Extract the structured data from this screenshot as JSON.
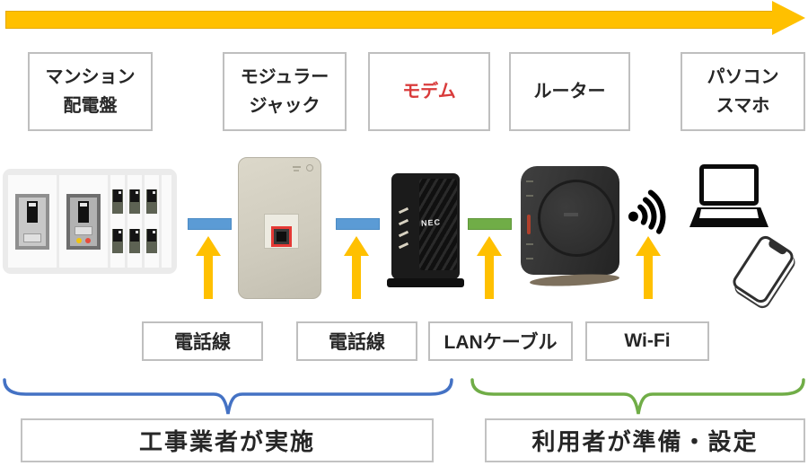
{
  "stages": [
    {
      "name": "distribution-board",
      "label": "マンション\n配電盤",
      "label_color": "#262626"
    },
    {
      "name": "modular-jack",
      "label": "モジュラー\nジャック",
      "label_color": "#262626"
    },
    {
      "name": "modem",
      "label": "モデム",
      "label_color": "#D93B3B"
    },
    {
      "name": "router",
      "label": "ルーター",
      "label_color": "#262626"
    },
    {
      "name": "pc-smartphone",
      "label": "パソコン\nスマホ",
      "label_color": "#262626"
    }
  ],
  "connections": [
    {
      "label": "電話線",
      "type": "phone-line",
      "bar_color": "#5B9BD5"
    },
    {
      "label": "電話線",
      "type": "phone-line",
      "bar_color": "#5B9BD5"
    },
    {
      "label": "LANケーブル",
      "type": "lan-cable",
      "bar_color": "#70AD47"
    },
    {
      "label": "Wi-Fi",
      "type": "wireless"
    }
  ],
  "groups": [
    {
      "label": "工事業者が実施",
      "brace_color": "#4472C4"
    },
    {
      "label": "利用者が準備・設定",
      "brace_color": "#70AD47"
    }
  ],
  "devices": {
    "modem_brand": "NEC"
  },
  "colors": {
    "flow_arrow": "#FFC000",
    "up_arrow": "#FFC000",
    "box_border": "#BFBFBF",
    "text": "#262626",
    "modem_label": "#D93B3B",
    "jack_highlight": "#E53935"
  }
}
